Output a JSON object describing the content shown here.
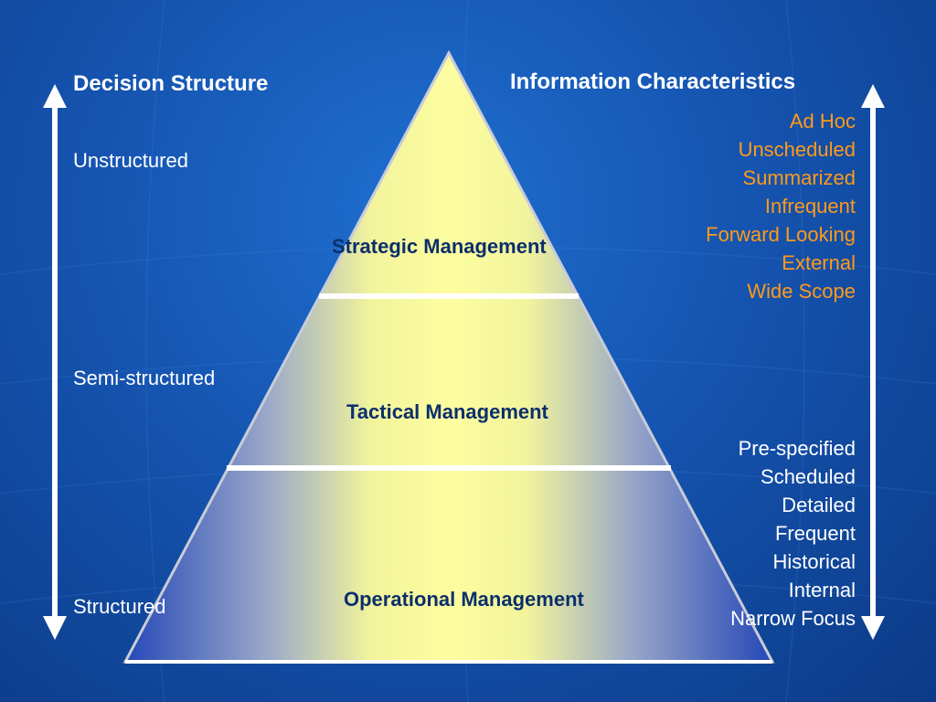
{
  "left": {
    "heading": "Decision Structure",
    "levels": [
      "Unstructured",
      "Semi-structured",
      "Structured"
    ]
  },
  "right": {
    "heading": "Information Characteristics",
    "top_list": [
      "Ad Hoc",
      "Unscheduled",
      "Summarized",
      "Infrequent",
      "Forward Looking",
      "External",
      "Wide Scope"
    ],
    "bottom_list": [
      "Pre-specified",
      "Scheduled",
      "Detailed",
      "Frequent",
      "Historical",
      "Internal",
      "Narrow Focus"
    ]
  },
  "pyramid": {
    "levels": [
      "Strategic Management",
      "Tactical Management",
      "Operational Management"
    ]
  },
  "colors": {
    "background": "#1554b0",
    "pyramid_center": "#fbfba0",
    "pyramid_edge": "#2548b8",
    "top_list_text": "#ff9a1a",
    "label_text": "#0b2f6b"
  }
}
